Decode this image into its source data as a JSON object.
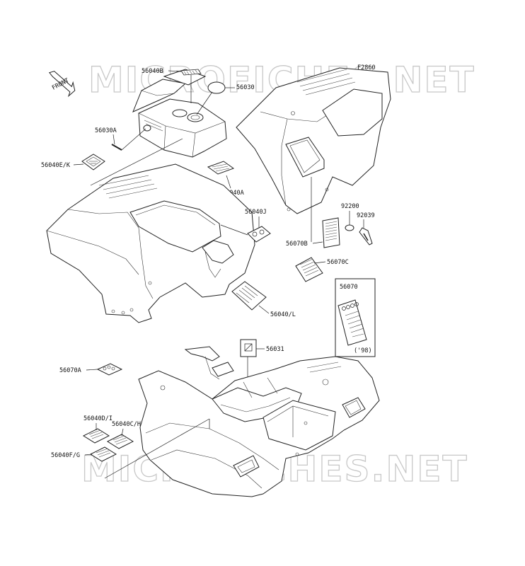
{
  "diagram": {
    "figure_code": "F2860",
    "front_arrow_label": "FRONT",
    "watermark_text": "MICROFICHES.NET",
    "box_note": "('98)",
    "part_labels": {
      "p56040B": "56040B",
      "p56030": "56030",
      "p56030A": "56030A",
      "p56040EK": "56040E/K",
      "p56040A": "56040A",
      "p56040J": "56040J",
      "p92200": "92200",
      "p92039": "92039",
      "p56070B": "56070B",
      "p56070C": "56070C",
      "p56070": "56070",
      "p56040L": "56040/L",
      "p56031": "56031",
      "p56070A": "56070A",
      "p56040DI": "56040D/I",
      "p56040CH": "56040C/H",
      "p56040FG": "56040F/G"
    }
  }
}
